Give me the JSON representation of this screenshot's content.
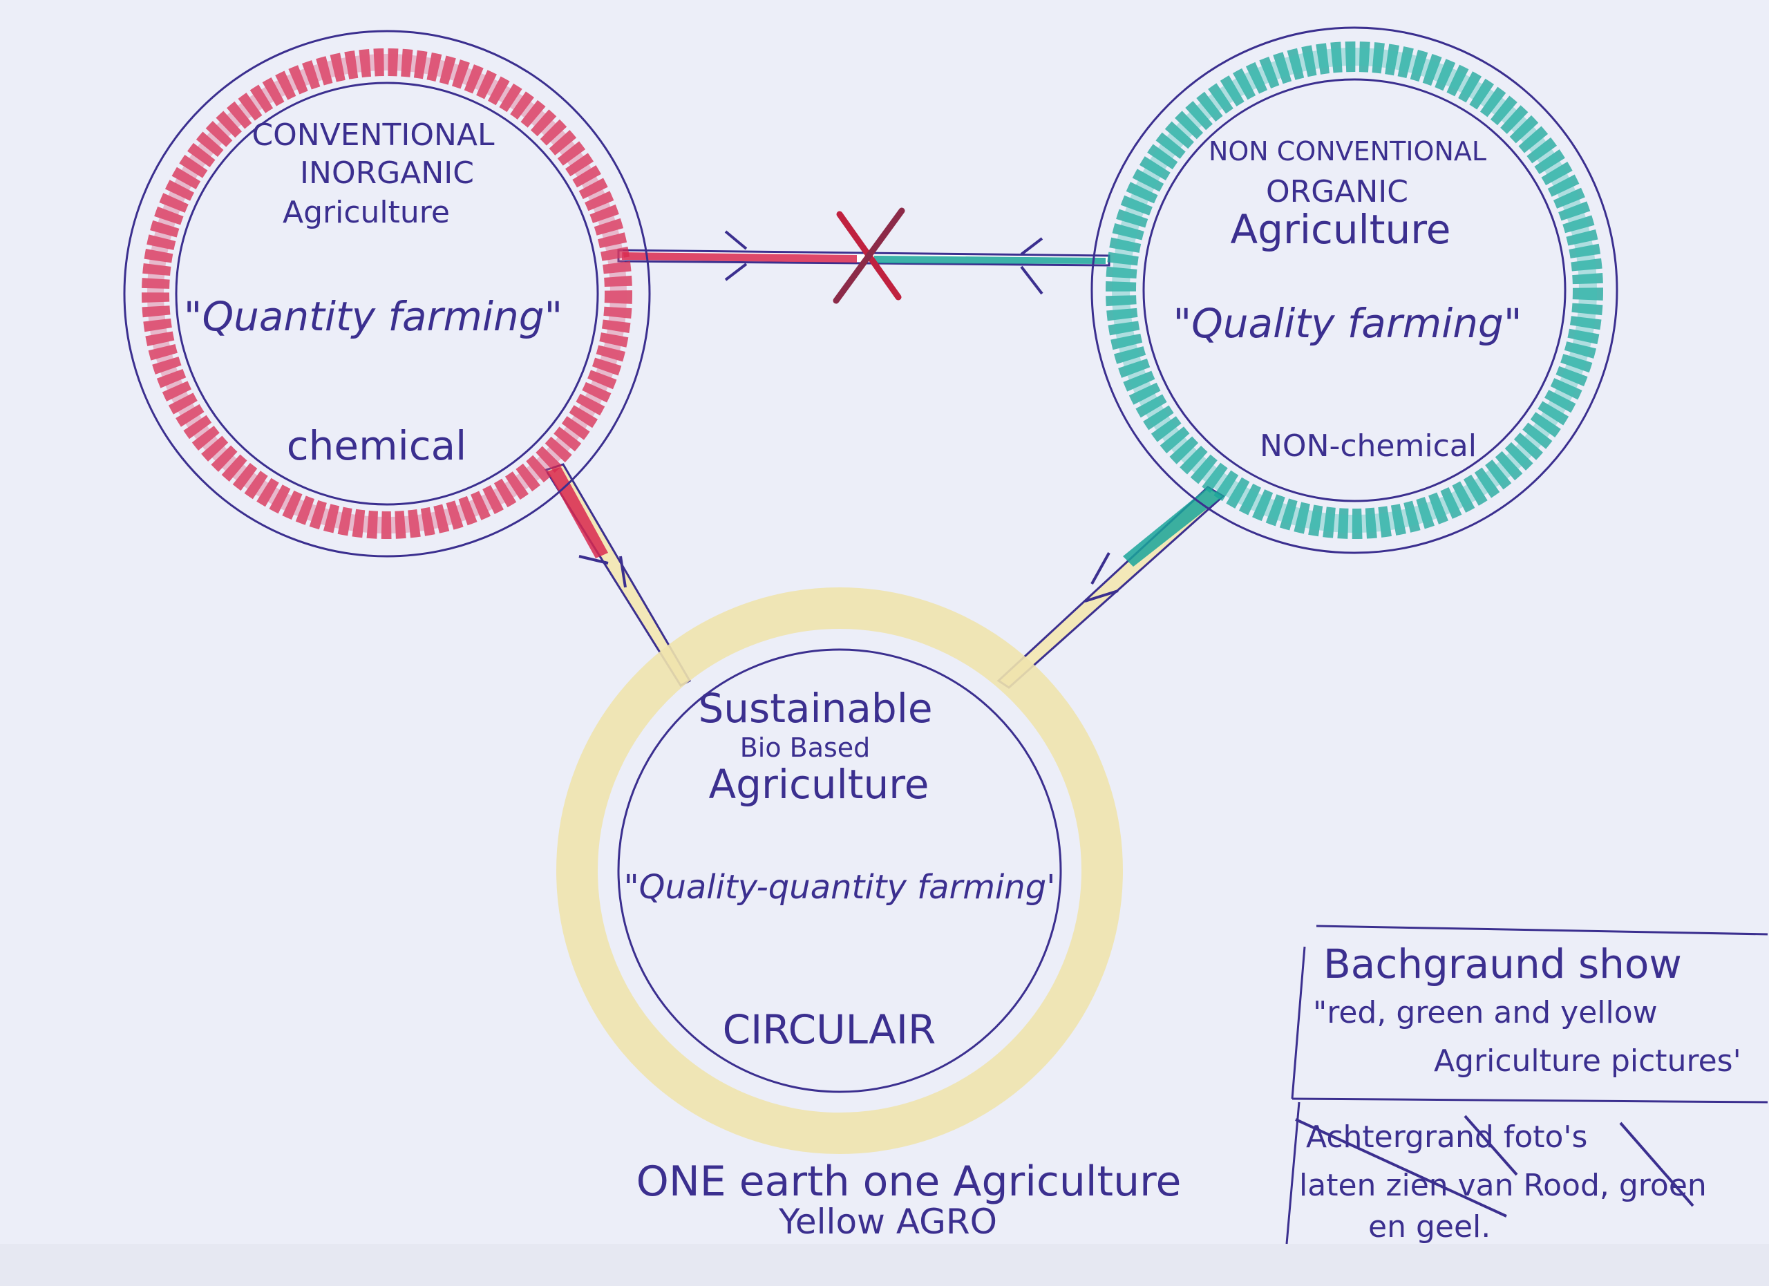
{
  "colors": {
    "ink": "#3b2f8f",
    "red": "#d8284f",
    "green": "#1aa59a",
    "yellow": "#f3e8b8",
    "paper": "#eceef8"
  },
  "circles": {
    "conventional": {
      "line1": "CONVENTIONAL",
      "line2": "INORGANIC",
      "line3": "Agriculture",
      "slogan": "\"Quantity farming\"",
      "tag": "chemical"
    },
    "organic": {
      "line1": "NON CONVENTIONAL",
      "line2": "ORGANIC",
      "line3": "Agriculture",
      "slogan": "\"Quality farming\"",
      "tag": "NON-chemical"
    },
    "sustainable": {
      "line1": "Sustainable",
      "line2": "Bio Based",
      "line3": "Agriculture",
      "slogan": "\"Quality-quantity farming'",
      "tag": "CIRCULAIR"
    }
  },
  "footer": {
    "line1": "ONE earth one Agriculture",
    "line2": "Yellow AGRO"
  },
  "note": {
    "line1": "Bachgraund show",
    "line2": "\"red, green and yellow",
    "line3": "Agriculture pictures'",
    "struck1": "Achtergrand foto's",
    "struck2": "laten zien van Rood, groen",
    "struck3": "en geel."
  }
}
